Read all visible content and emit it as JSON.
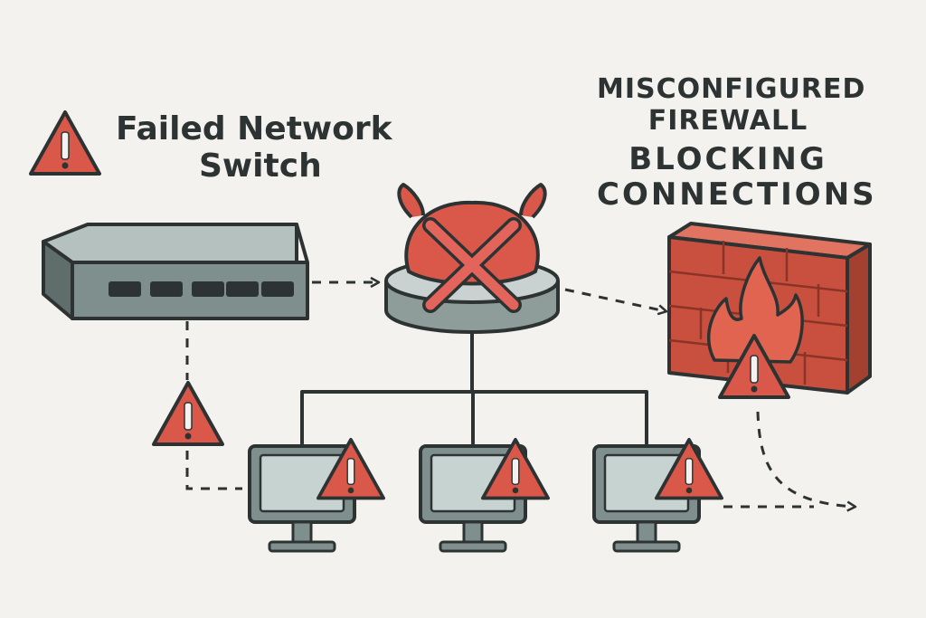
{
  "labels": {
    "switch_line1": "Failed Network",
    "switch_line2": "Switch",
    "firewall_line1": "MISCONFIGURED",
    "firewall_line2": "FIREWALL",
    "firewall_line3": "BLOCKING",
    "firewall_line4": "CONNECTIONS"
  },
  "colors": {
    "background": "#f3f2ee",
    "ink": "#2d3333",
    "alert_red": "#d9584a",
    "device_gray": "#7f8f8d",
    "screen": "#c7d3d1",
    "brick": "#c9503f"
  },
  "icons": [
    "warning-icon",
    "x-icon",
    "fire-icon",
    "arrow-icon"
  ]
}
